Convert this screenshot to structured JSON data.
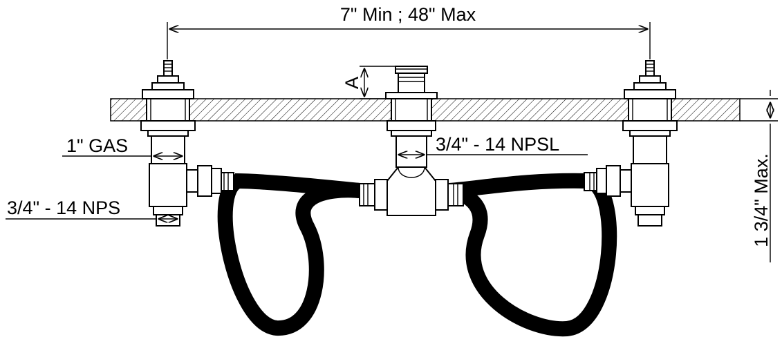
{
  "labels": {
    "spread": "7\" Min ; 48\" Max",
    "height_a": "A",
    "gas": "1\" GAS",
    "npsl": "3/4\" - 14 NPSL",
    "nps": "3/4\" - 14 NPS",
    "deck_max": "1 3/4\" Max."
  },
  "colors": {
    "line": "#000000",
    "background": "#ffffff"
  }
}
